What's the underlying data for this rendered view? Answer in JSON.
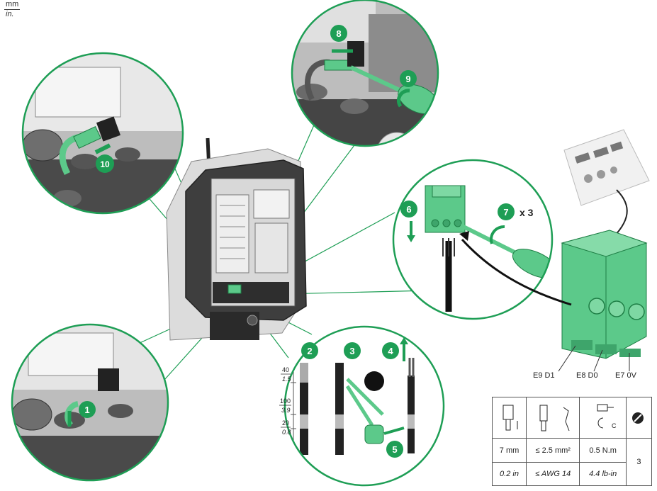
{
  "units": {
    "primary": "mm",
    "secondary": "in."
  },
  "steps": [
    "1",
    "2",
    "3",
    "4",
    "5",
    "6",
    "7",
    "8",
    "9",
    "10"
  ],
  "repeat_label": "x 3",
  "strip_lengths": {
    "a_mm": "40",
    "a_in": "1.5",
    "b_mm": "100",
    "b_in": "3.9",
    "c_mm": "20",
    "c_in": "0.8"
  },
  "terminals": [
    "E9 D1",
    "E8 D0",
    "E7 0V"
  ],
  "spec_table": {
    "strip_mm": "7 mm",
    "strip_in": "0.2 in",
    "section_mm": "≤ 2.5 mm²",
    "section_awg": "≤ AWG 14",
    "torque_nm": "0.5 N.m",
    "torque_lbin": "4.4 lb-in",
    "torque_symbol": "C",
    "screwdriver_size": "3"
  },
  "colors": {
    "accent_green": "#1e9e55",
    "terminal_green": "#5cc98a",
    "outline": "#2a2a2a"
  }
}
